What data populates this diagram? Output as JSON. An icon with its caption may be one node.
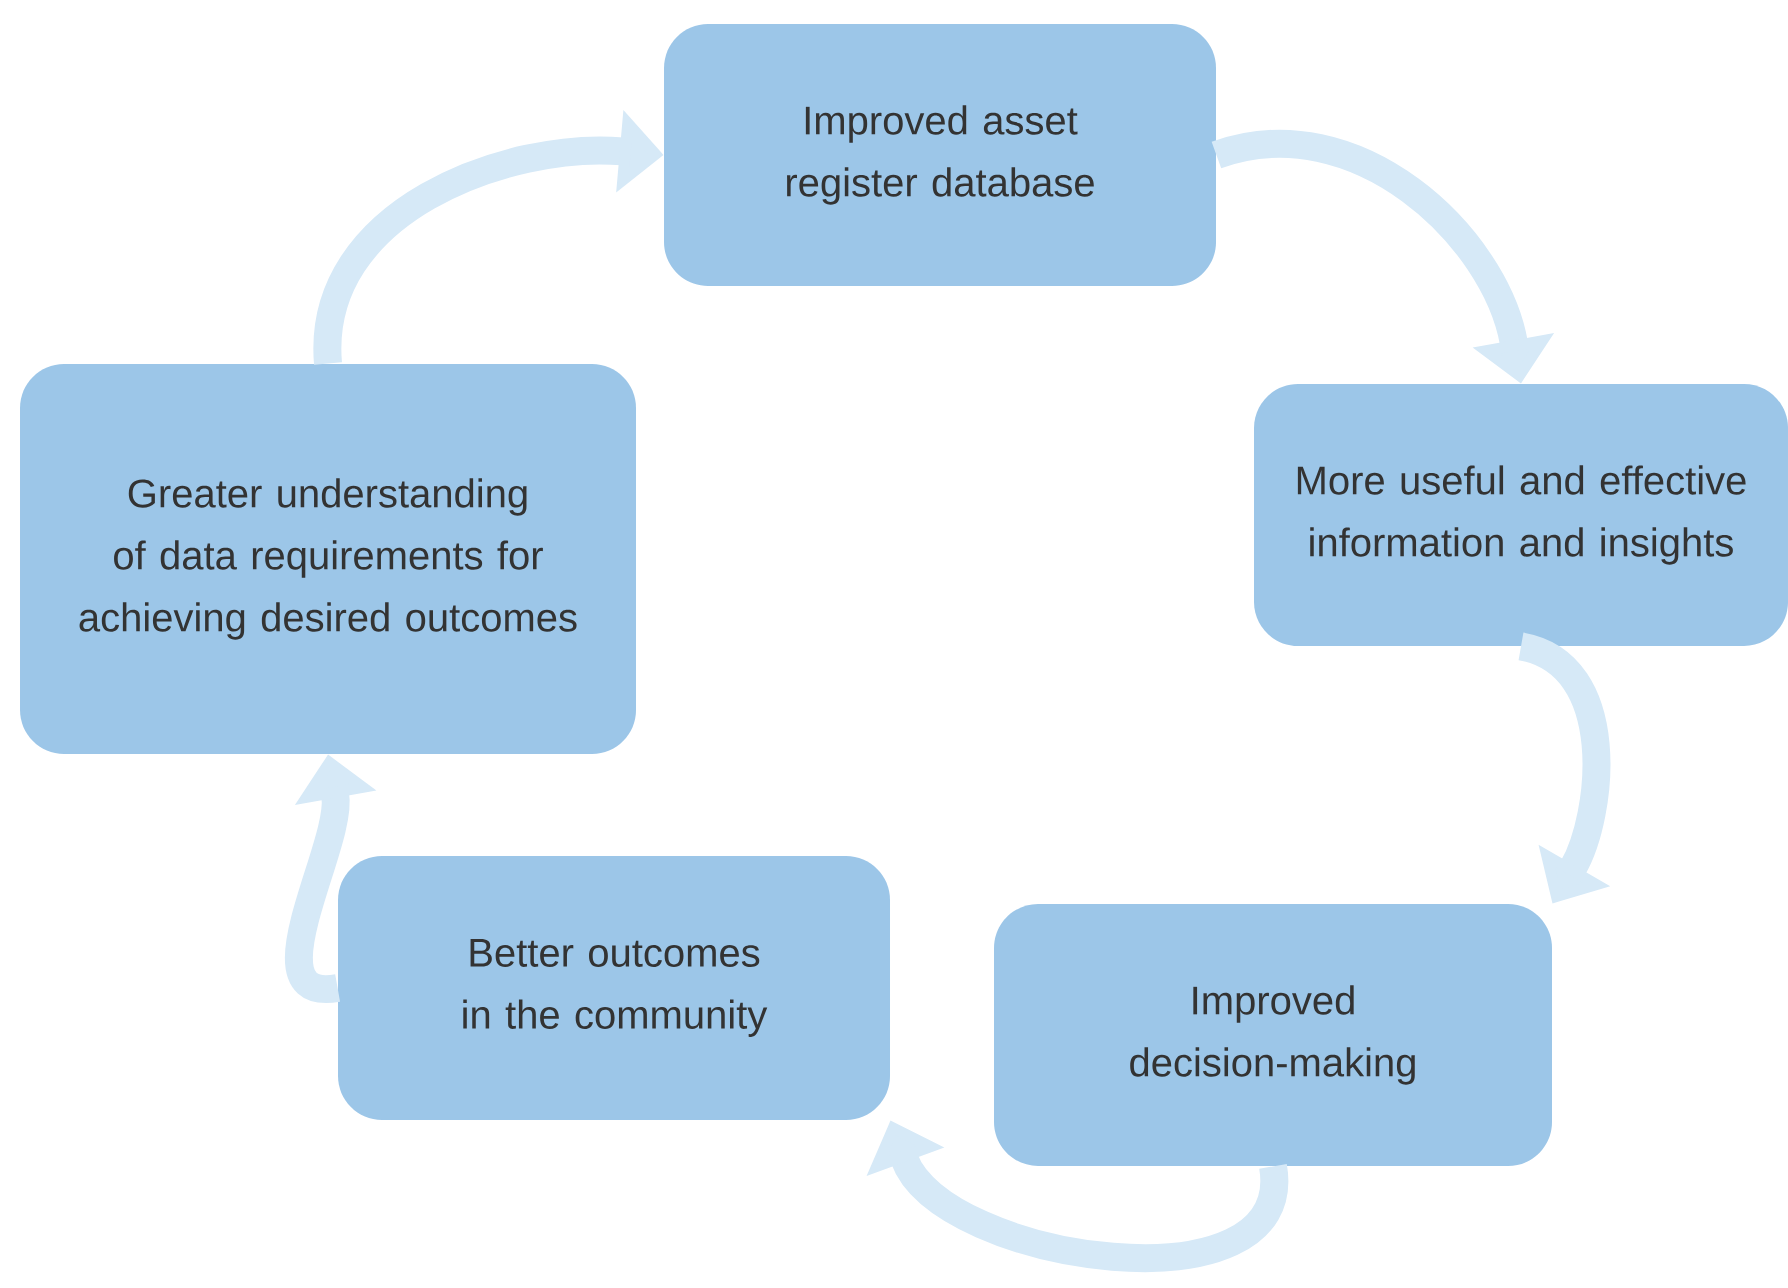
{
  "diagram": {
    "nodes": [
      {
        "text": [
          "Improved asset register database"
        ]
      },
      {
        "text": [
          "More useful and effective information and insights"
        ]
      },
      {
        "text": [
          "Improved decision-making"
        ]
      },
      {
        "text": [
          "Better outcomes in the community"
        ]
      },
      {
        "text": [
          "Greater understanding of data requirements for achieving desired outcomes"
        ]
      }
    ],
    "edges": [
      {
        "from": 0,
        "to": 1,
        "arrow": "to"
      },
      {
        "from": 1,
        "to": 2,
        "arrow": "to"
      },
      {
        "from": 2,
        "to": 3,
        "arrow": "to"
      },
      {
        "from": 3,
        "to": 4,
        "arrow": "to"
      },
      {
        "from": 4,
        "to": 0,
        "arrow": "to"
      }
    ]
  }
}
